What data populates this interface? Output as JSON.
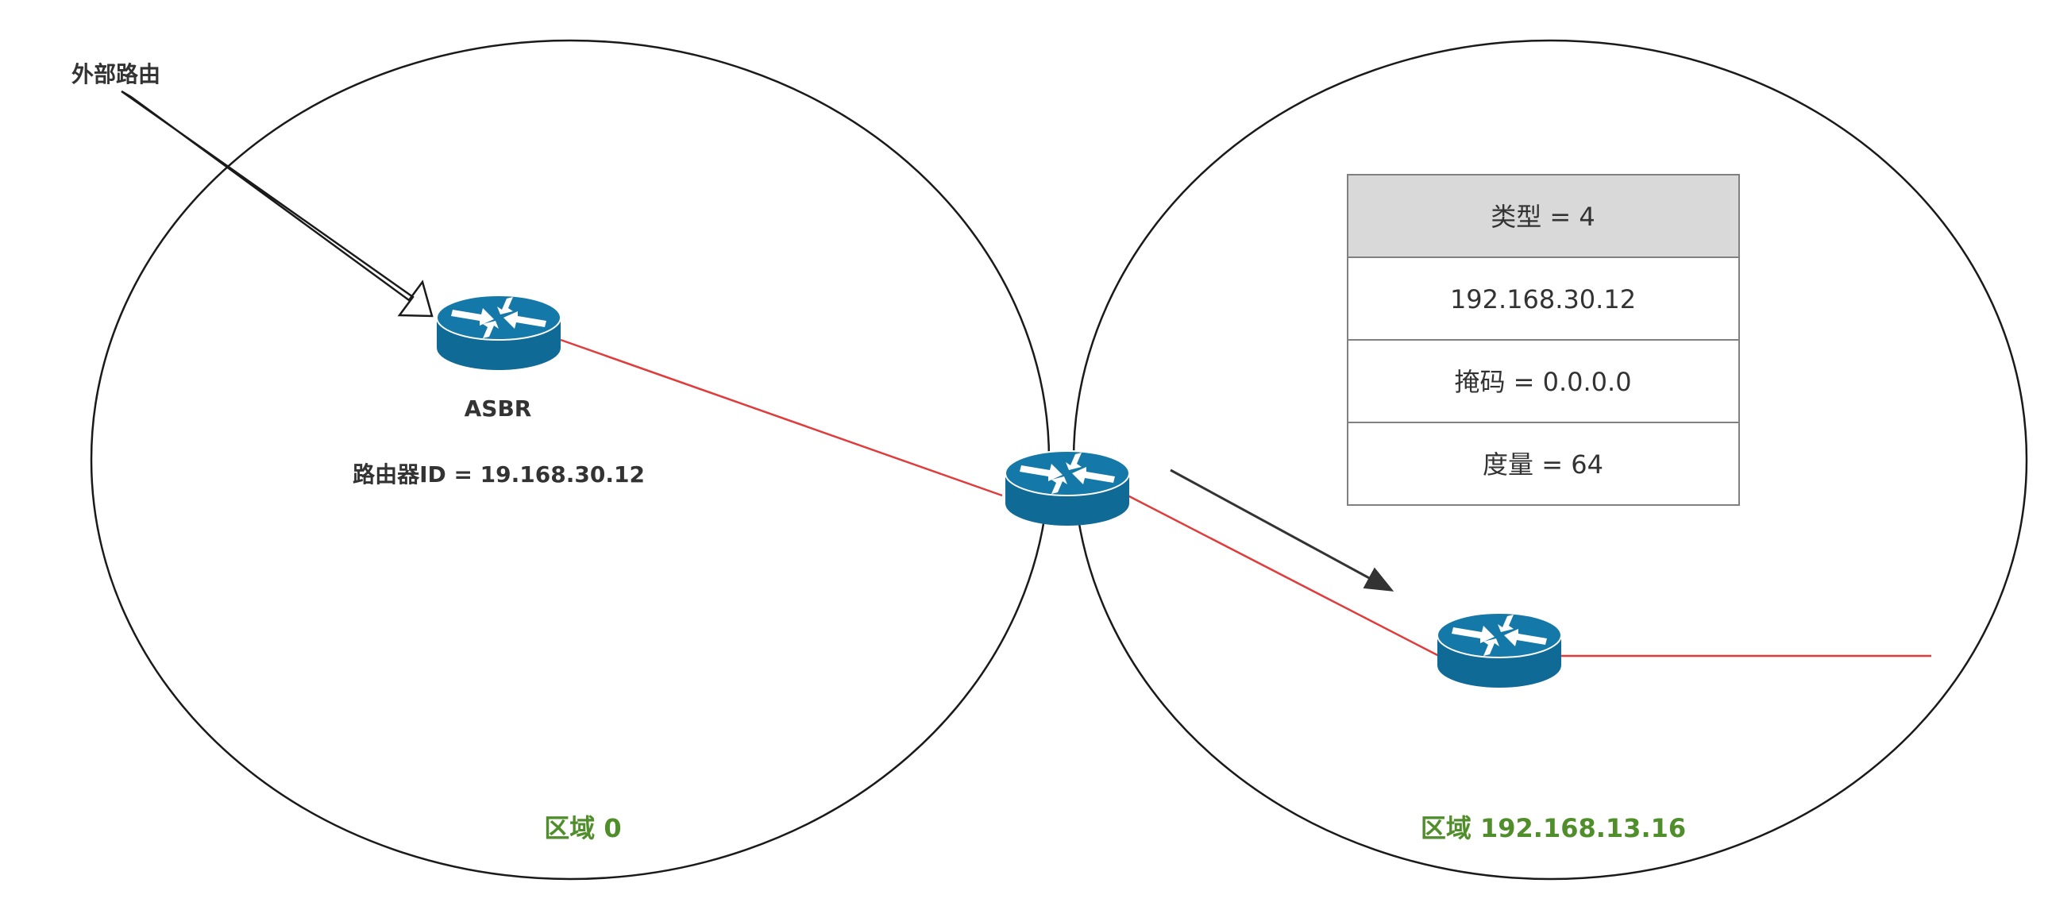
{
  "labels": {
    "external_route": "外部路由",
    "asbr": "ASBR",
    "router_id": "路由器ID = 19.168.30.12",
    "area_left": "区域 0",
    "area_right": "区域 192.168.13.16"
  },
  "lsa_table": {
    "rows": [
      "类型 = 4",
      "192.168.30.12",
      "掩码 = 0.0.0.0",
      "度量 = 64"
    ]
  },
  "colors": {
    "router_fill": "#0f6a96",
    "router_top": "#1478a8",
    "link": "#e03c3c",
    "area_label": "#4f8e2b",
    "table_header": "#d9d9d9",
    "table_border": "#808080"
  }
}
